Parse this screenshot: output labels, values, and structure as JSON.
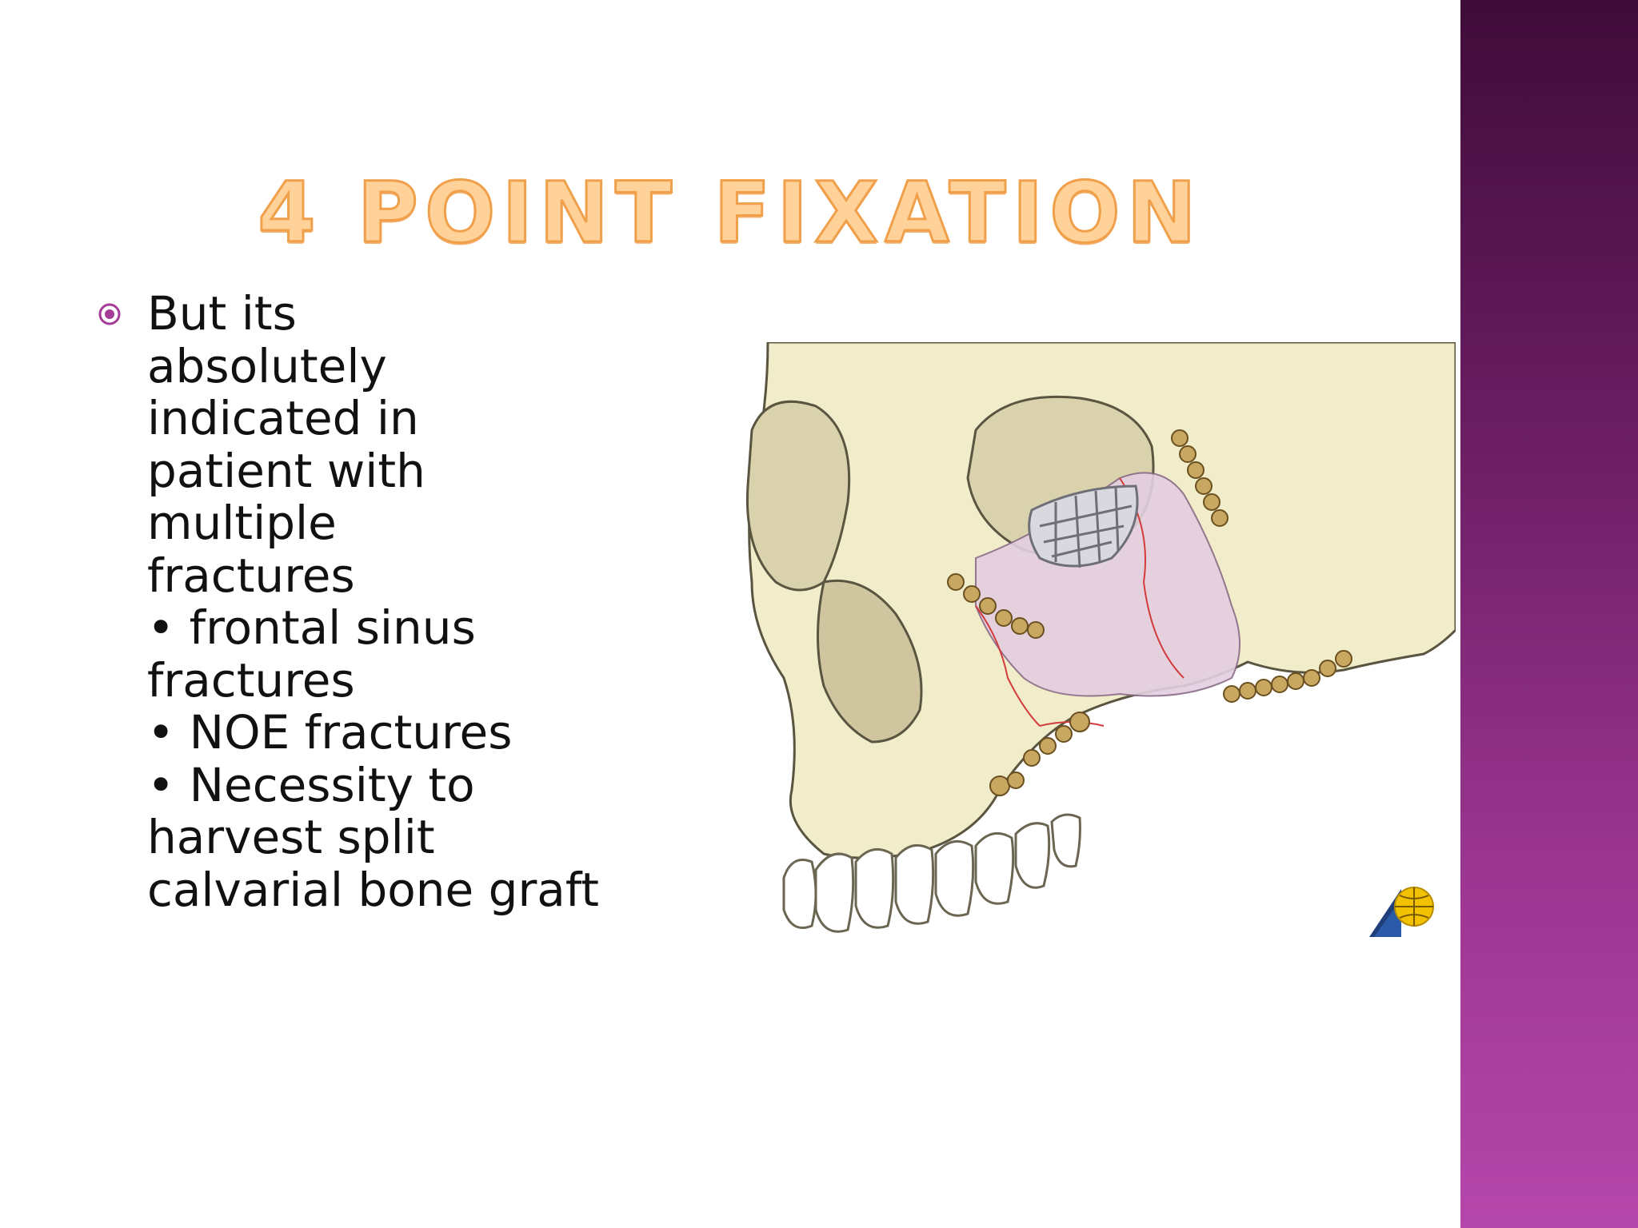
{
  "slide": {
    "title": "4 POINT FIXATION",
    "bullet_icon": "target-bullet-icon",
    "body_lines": [
      "But its",
      "absolutely",
      "indicated in",
      "patient with",
      "multiple",
      "fractures",
      "• frontal sinus",
      "fractures",
      "• NOE fractures",
      "• Necessity to",
      "harvest split",
      "calvarial bone graft"
    ]
  },
  "figure": {
    "subject": "skull-fixation-illustration",
    "logo_icon": "ao-foundation-logo"
  },
  "colors": {
    "title_fill": "#ffd29a",
    "title_outline": "#f0a04a",
    "accent_band_top": "#3f0c39",
    "accent_band_bottom": "#b547aa",
    "bullet": "#a43d97",
    "bone": "#f1ecc9",
    "fracture_area": "#e3cfe0",
    "plate": "#c8a860"
  }
}
